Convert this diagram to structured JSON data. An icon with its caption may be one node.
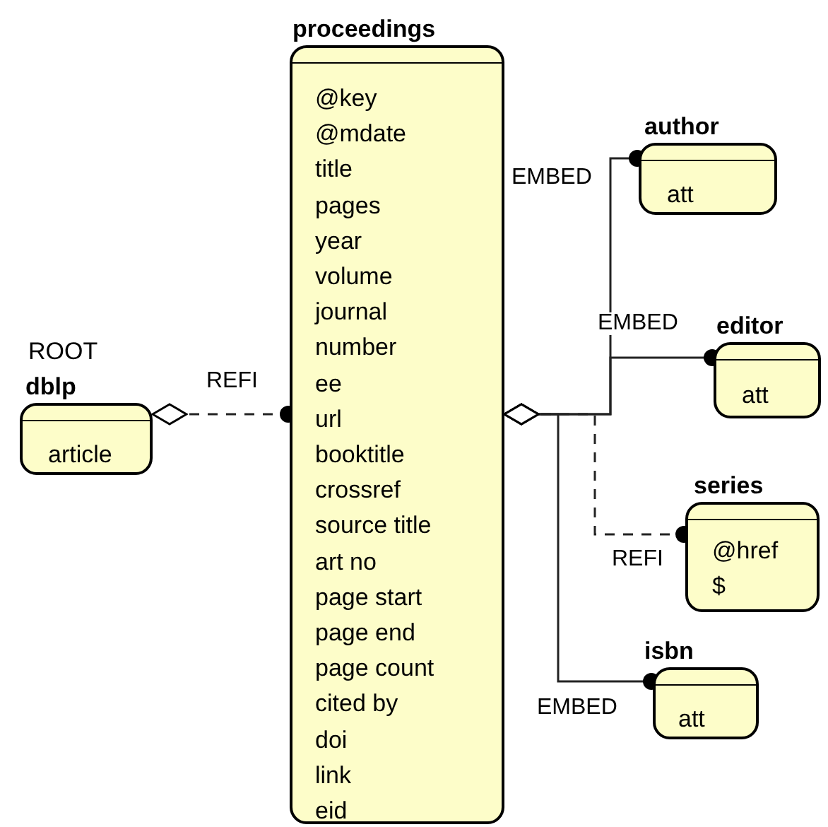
{
  "diagram": {
    "nodes": [
      {
        "text": [
          "dblp",
          "article"
        ],
        "beside": [
          "ROOT"
        ]
      },
      {
        "text": [
          "proceedings",
          "@key",
          "@mdate",
          "title",
          "pages",
          "year",
          "volume",
          "journal",
          "number",
          "ee",
          "url",
          "booktitle",
          "crossref",
          "source title",
          "art no",
          "page start",
          "page end",
          "page count",
          "cited by",
          "doi",
          "link",
          "eid"
        ]
      },
      {
        "text": [
          "author",
          "att"
        ]
      },
      {
        "text": [
          "editor",
          "att"
        ]
      },
      {
        "text": [
          "series",
          "@href",
          "$"
        ]
      },
      {
        "text": [
          "isbn",
          "att"
        ]
      }
    ],
    "edges": [
      {
        "from": 0,
        "to": 1,
        "arrow": "other",
        "label": "REFI",
        "style": "dashed"
      },
      {
        "from": 1,
        "to": 2,
        "arrow": "other",
        "label": "EMBED"
      },
      {
        "from": 1,
        "to": 3,
        "arrow": "other",
        "label": "EMBED"
      },
      {
        "from": 1,
        "to": 4,
        "arrow": "other",
        "label": "REFI",
        "style": "dashed"
      },
      {
        "from": 1,
        "to": 5,
        "arrow": "other",
        "label": "EMBED"
      }
    ]
  }
}
